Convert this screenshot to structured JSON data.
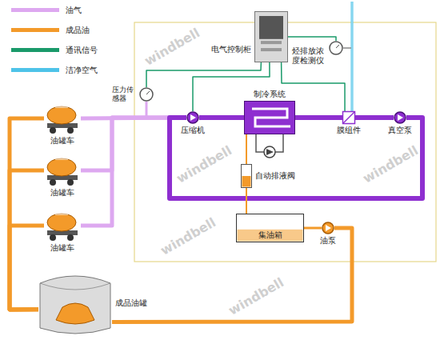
{
  "diagram": {
    "nodes": [
      {
        "text": [
          "电气控制柜"
        ]
      },
      {
        "text": [
          "烃排放浓度检测仪"
        ]
      },
      {
        "text": [
          "压力传感器"
        ]
      },
      {
        "text": [
          "压缩机"
        ]
      },
      {
        "text": [
          "制冷系统"
        ]
      },
      {
        "text": [
          "膜组件"
        ]
      },
      {
        "text": [
          "真空泵"
        ]
      },
      {
        "text": [
          "油罐车"
        ]
      },
      {
        "text": [
          "油罐车"
        ]
      },
      {
        "text": [
          "自动排液阀"
        ]
      },
      {
        "text": [
          "油罐车"
        ]
      },
      {
        "text": [
          "集油箱"
        ]
      },
      {
        "text": [
          "油泵"
        ]
      },
      {
        "text": [
          "成品油罐"
        ]
      }
    ],
    "edges": [
      {
        "from": 7,
        "to": 3,
        "arrow": "none"
      },
      {
        "from": 8,
        "to": 3,
        "arrow": "none"
      },
      {
        "from": 10,
        "to": 3,
        "arrow": "none"
      },
      {
        "from": 3,
        "to": 4,
        "arrow": "none"
      },
      {
        "from": 4,
        "to": 5,
        "arrow": "none"
      },
      {
        "from": 5,
        "to": 6,
        "arrow": "none"
      },
      {
        "from": 6,
        "to": 3,
        "arrow": "none"
      },
      {
        "from": 4,
        "to": 9,
        "arrow": "none"
      },
      {
        "from": 9,
        "to": 11,
        "arrow": "none"
      },
      {
        "from": 11,
        "to": 12,
        "arrow": "none"
      },
      {
        "from": 12,
        "to": 13,
        "arrow": "none"
      },
      {
        "from": 13,
        "to": 7,
        "arrow": "none"
      },
      {
        "from": 13,
        "to": 8,
        "arrow": "none"
      },
      {
        "from": 13,
        "to": 10,
        "arrow": "none"
      },
      {
        "from": 0,
        "to": 2,
        "arrow": "none"
      },
      {
        "from": 0,
        "to": 3,
        "arrow": "none"
      },
      {
        "from": 0,
        "to": 5,
        "arrow": "none"
      },
      {
        "from": 0,
        "to": 1,
        "arrow": "none"
      }
    ],
    "labels": [
      "windbell",
      "windbell",
      "windbell",
      "windbell",
      "windbell"
    ],
    "legend": [
      {
        "text": "油气",
        "color": "#dda8f0"
      },
      {
        "text": "成品油",
        "color": "#f39a2a"
      },
      {
        "text": "通讯信号",
        "color": "#1a9a6a"
      },
      {
        "text": "洁净空气",
        "color": "#4ec3e8"
      }
    ]
  }
}
